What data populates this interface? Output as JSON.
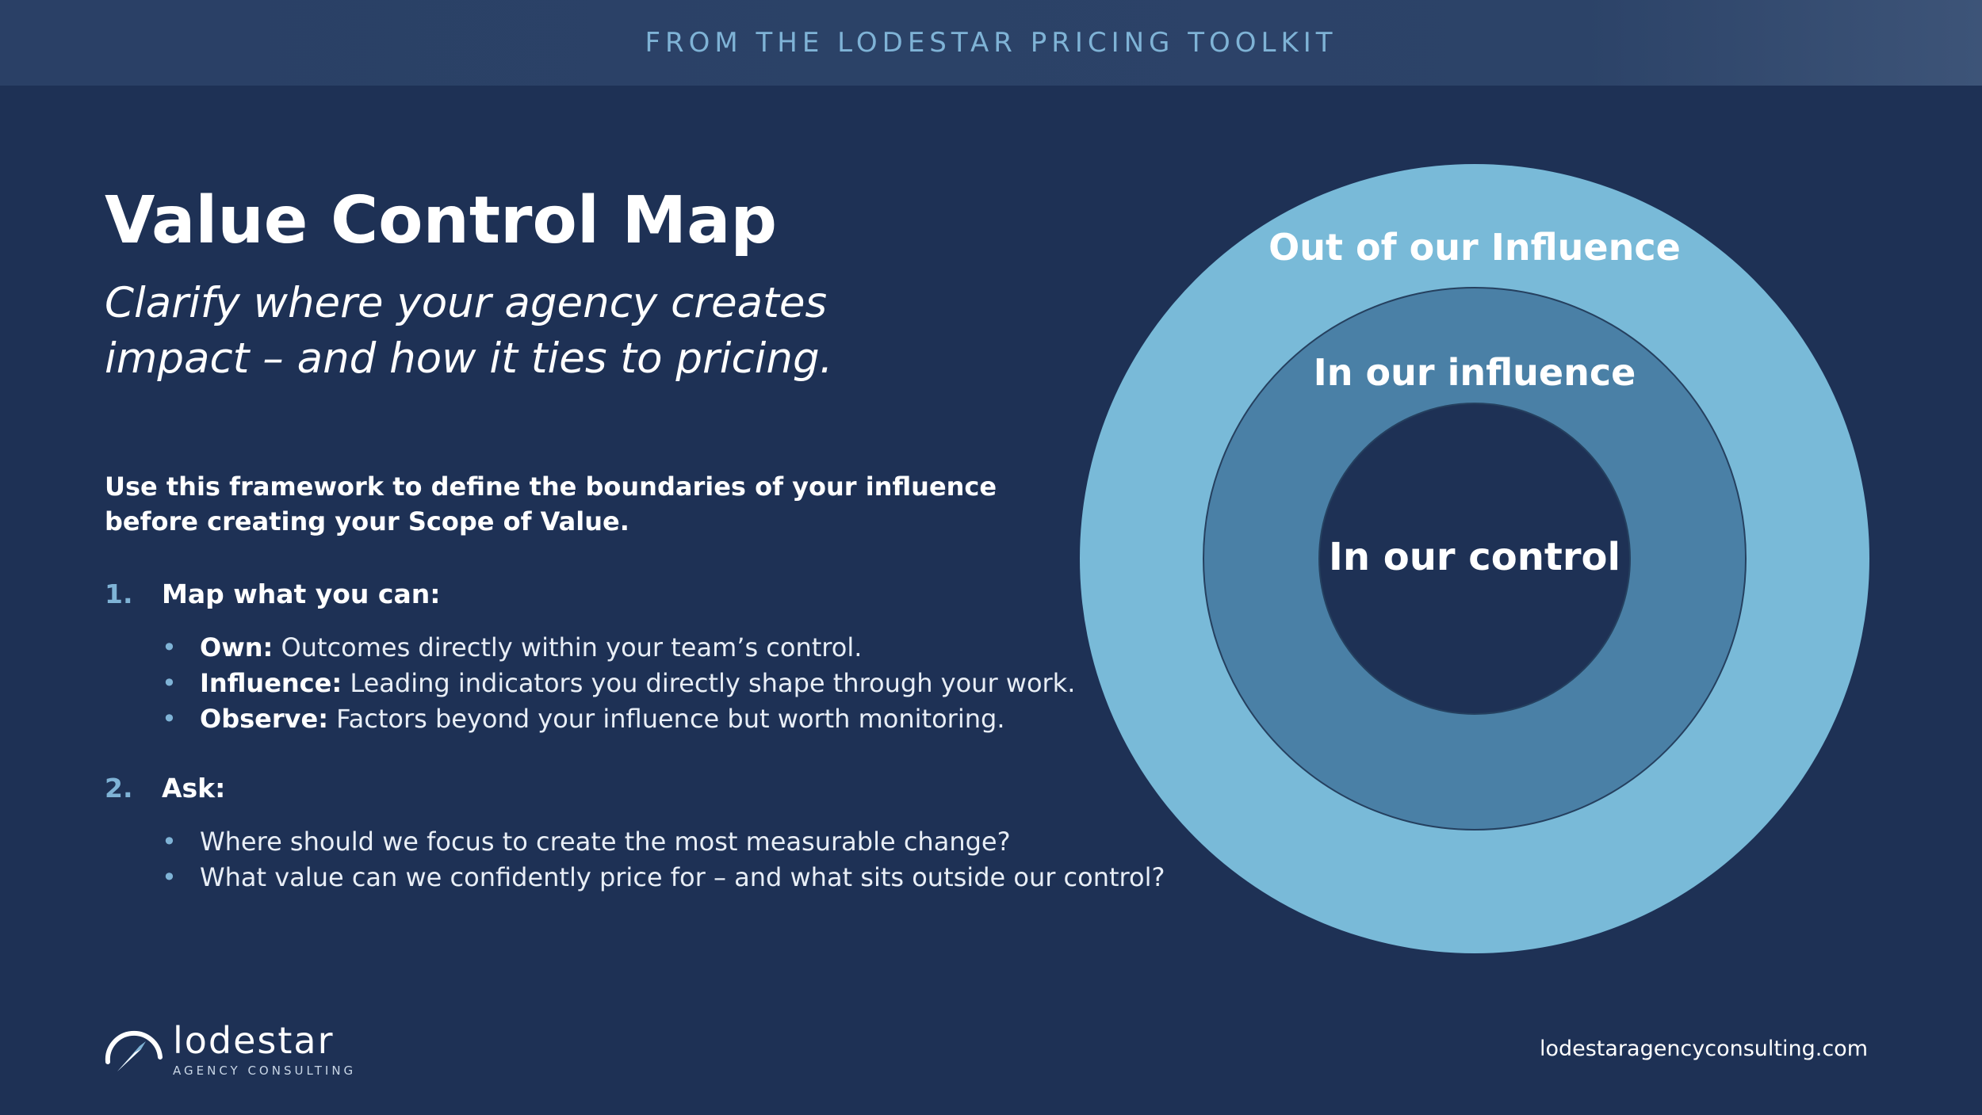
{
  "header": {
    "banner": "FROM THE LODESTAR PRICING TOOLKIT"
  },
  "main": {
    "title": "Value Control Map",
    "subtitle": "Clarify where your agency creates impact – and how it ties to pricing.",
    "intro": "Use this framework to define the boundaries of your influence before creating your Scope of Value.",
    "steps": [
      {
        "number": "1.",
        "label": "Map what you can:",
        "bullets": [
          {
            "term": "Own:",
            "text": " Outcomes directly within your team’s control."
          },
          {
            "term": "Influence:",
            "text": " Leading indicators you directly shape through your work."
          },
          {
            "term": "Observe:",
            "text": " Factors beyond your influence but worth monitoring."
          }
        ]
      },
      {
        "number": "2.",
        "label": "Ask:",
        "bullets": [
          {
            "term": "",
            "text": "Where should we focus to create the most measurable change?"
          },
          {
            "term": "",
            "text": "What value can we confidently price for – and what sits outside our control?"
          }
        ]
      }
    ]
  },
  "diagram": {
    "rings": [
      {
        "label": "Out of our Influence",
        "color": "#79bad8"
      },
      {
        "label": "In our influence",
        "color": "#4a80a6"
      },
      {
        "label": "In our control",
        "color": "#1e3155"
      }
    ],
    "ring_stroke": "#25405f"
  },
  "footer": {
    "logo_name": "lodestar",
    "logo_tagline": "AGENCY CONSULTING",
    "url": "lodestaragencyconsulting.com"
  },
  "colors": {
    "background": "#1e3155",
    "accent": "#7fb3d6",
    "text": "#ffffff"
  }
}
